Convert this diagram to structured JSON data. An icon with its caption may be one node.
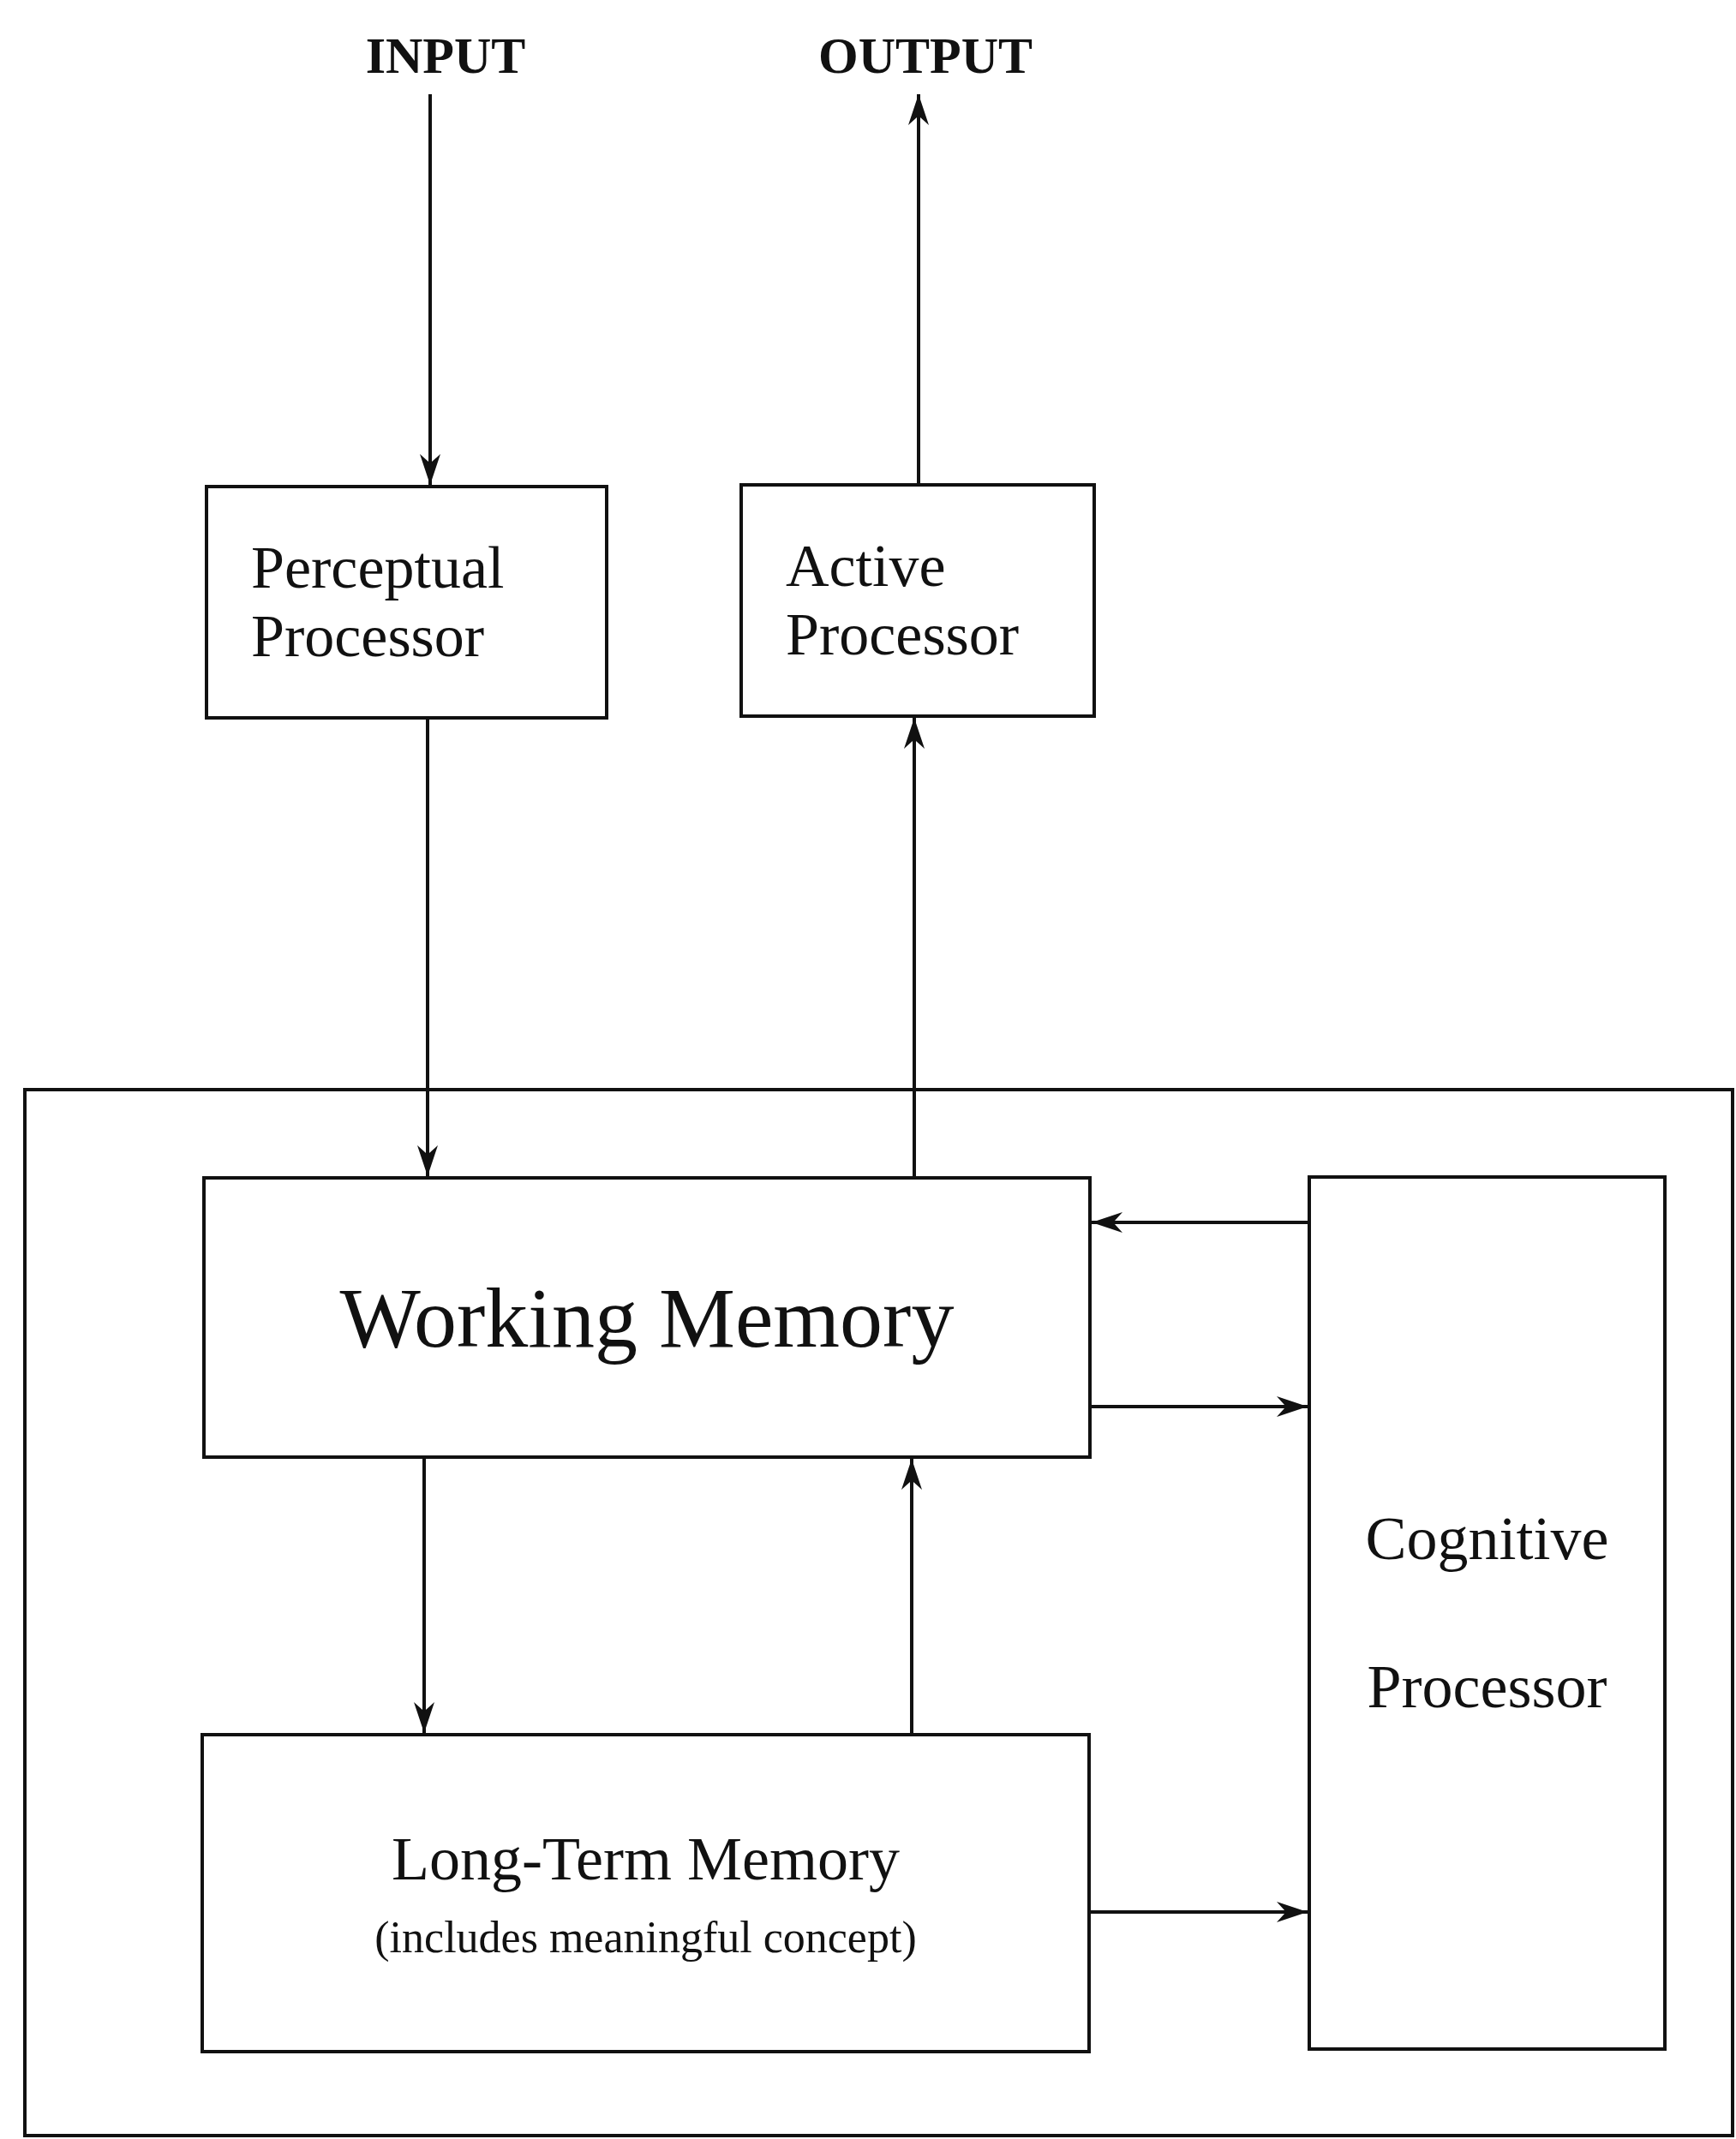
{
  "diagram": {
    "nodes": [
      {
        "text": [
          "INPUT"
        ]
      },
      {
        "text": [
          "OUTPUT"
        ]
      },
      {
        "text": [
          "Perceptual Processor"
        ]
      },
      {
        "text": [
          "Active Processor"
        ]
      },
      {
        "text": [],
        "shape": "box"
      },
      {
        "text": [
          "Working Memory"
        ],
        "in": 4
      },
      {
        "text": [
          "Long-Term Memory",
          "(includes meaningful concept)"
        ],
        "in": 4
      },
      {
        "text": [
          "Cognitive Processor"
        ],
        "in": 4
      }
    ],
    "edges": [
      {
        "from": 0,
        "to": 2,
        "arrow": "to"
      },
      {
        "from": 3,
        "to": 1,
        "arrow": "to"
      },
      {
        "from": 2,
        "to": 5,
        "arrow": "to"
      },
      {
        "from": 5,
        "to": 3,
        "arrow": "to"
      },
      {
        "from": 7,
        "to": 5,
        "arrow": "to"
      },
      {
        "from": 5,
        "to": 7,
        "arrow": "to"
      },
      {
        "from": 5,
        "to": 6,
        "arrow": "to"
      },
      {
        "from": 6,
        "to": 5,
        "arrow": "to"
      },
      {
        "from": 6,
        "to": 7,
        "arrow": "to"
      }
    ]
  }
}
